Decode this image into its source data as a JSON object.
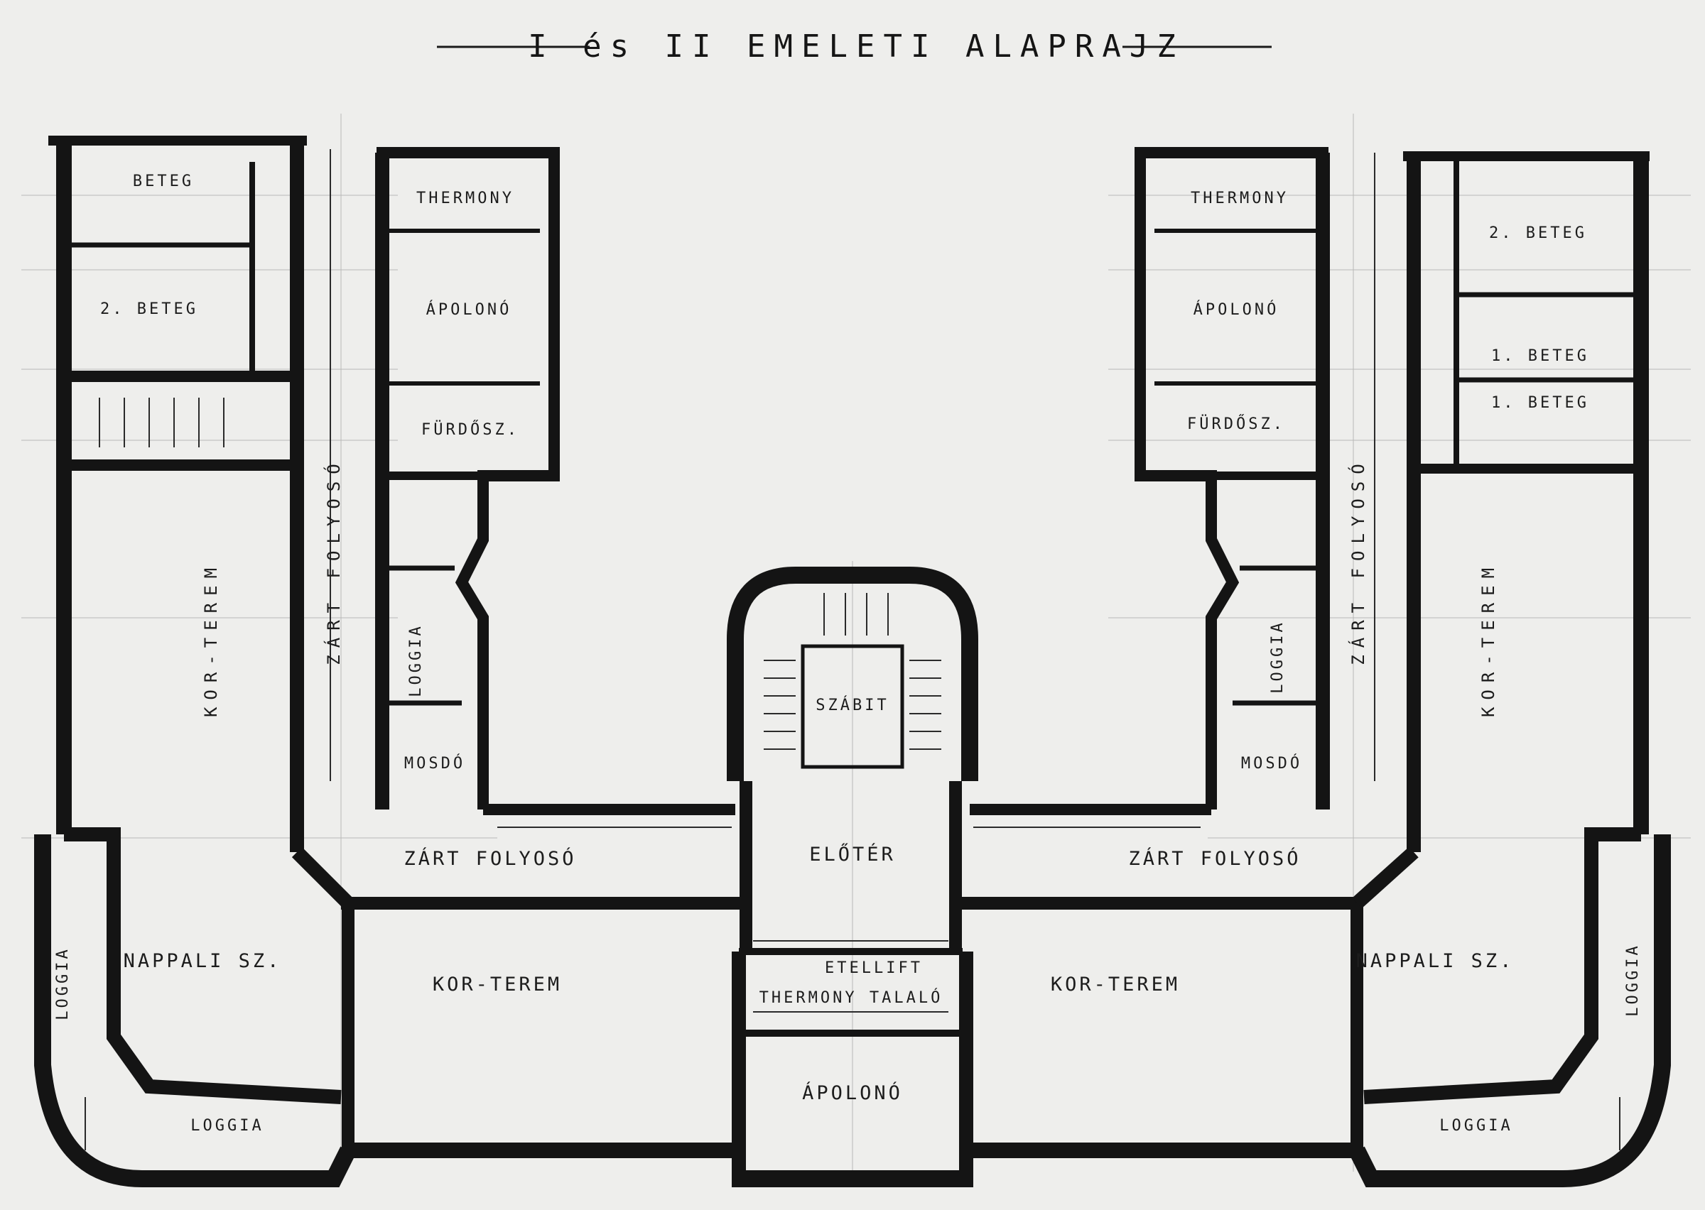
{
  "title": "I és II EMELETI ALAPRAJZ",
  "rooms": {
    "beteg_tl": "BETEG",
    "beteg2_tl": "2. BETEG",
    "thermony_l": "THERMONY",
    "apolono_l": "ÁPOLONÓ",
    "furdo_l": "FÜRDŐSZ.",
    "kor_terem_lv": "KOR-TEREM",
    "zart_folyoso_lv": "ZÁRT FOLYOSÓ",
    "loggia_lv": "LOGGIA",
    "mosdo_l": "MOSDÓ",
    "thermony_r": "THERMONY",
    "apolono_r": "ÁPOLONÓ",
    "furdo_r": "FÜRDŐSZ.",
    "beteg2_r": "2. BETEG",
    "beteg1a_r": "1. BETEG",
    "beteg1b_r": "1. BETEG",
    "kor_terem_rv": "KOR-TEREM",
    "zart_folyoso_rv": "ZÁRT FOLYOSÓ",
    "loggia_rv": "LOGGIA",
    "mosdo_r": "MOSDÓ",
    "szabit": "SZÁBIT",
    "eloter": "ELŐTÉR",
    "zart_folyoso_bl": "ZÁRT FOLYOSÓ",
    "zart_folyoso_br": "ZÁRT FOLYOSÓ",
    "nappali_l": "NAPPALI SZ.",
    "nappali_r": "NAPPALI SZ.",
    "loggia_l_v": "LOGGIA",
    "loggia_r_v": "LOGGIA",
    "kor_terem_bl": "KOR-TEREM",
    "kor_terem_br": "KOR-TEREM",
    "etellift": "ETELLIFT",
    "thermony_talalo": "THERMONY TALALÓ",
    "apolono_c": "ÁPOLONÓ",
    "loggia_bl": "LOGGIA",
    "loggia_br": "LOGGIA"
  },
  "colors": {
    "paper": "#eeeeec",
    "wall": "#141414",
    "line": "#2a2a2a",
    "grid": "#8c8c8c"
  }
}
